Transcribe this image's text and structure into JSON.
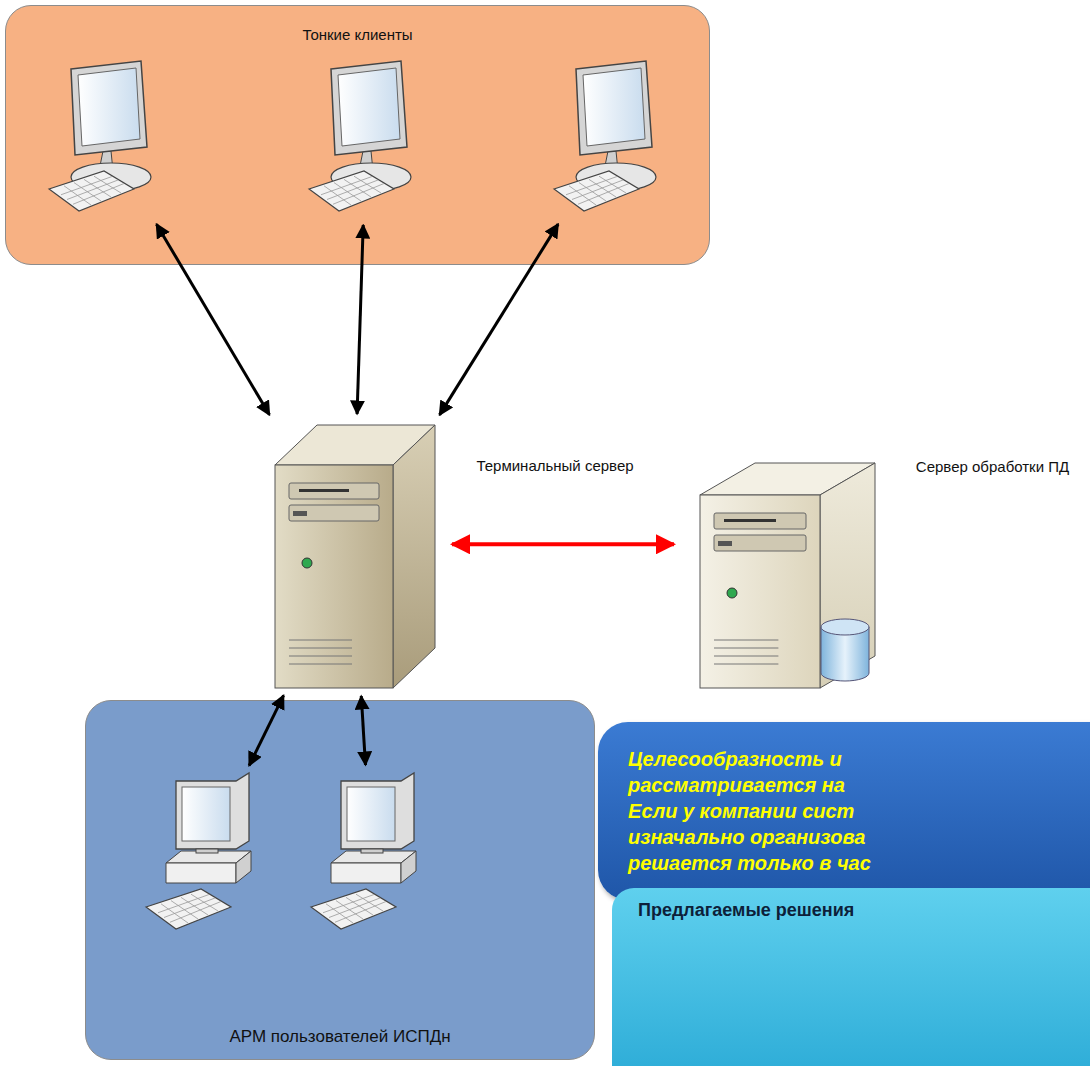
{
  "diagram": {
    "nodes": [
      {
        "text": [
          "Тонкие клиенты"
        ]
      },
      {
        "text": [],
        "in": 0
      },
      {
        "text": [],
        "in": 0
      },
      {
        "text": [],
        "in": 0
      },
      {
        "text": [
          "Терминальный сервер"
        ]
      },
      {
        "text": [
          "Сервер обработки ПД"
        ]
      },
      {
        "text": [
          "АРМ пользователей ИСПДн"
        ]
      },
      {
        "text": [],
        "in": 6
      },
      {
        "text": [],
        "in": 6
      },
      {
        "text": [
          "Целесообразность и рассматривается на Если у компании сист изначально организова решается только в час"
        ]
      },
      {
        "text": [
          "Предлагаемые решения"
        ]
      }
    ],
    "edges": [
      {
        "from": 1,
        "to": 4,
        "arrow": "both"
      },
      {
        "from": 2,
        "to": 4,
        "arrow": "both"
      },
      {
        "from": 3,
        "to": 4,
        "arrow": "both"
      },
      {
        "from": 4,
        "to": 5,
        "arrow": "both"
      },
      {
        "from": 7,
        "to": 4,
        "arrow": "both"
      },
      {
        "from": 8,
        "to": 4,
        "arrow": "both"
      }
    ]
  }
}
